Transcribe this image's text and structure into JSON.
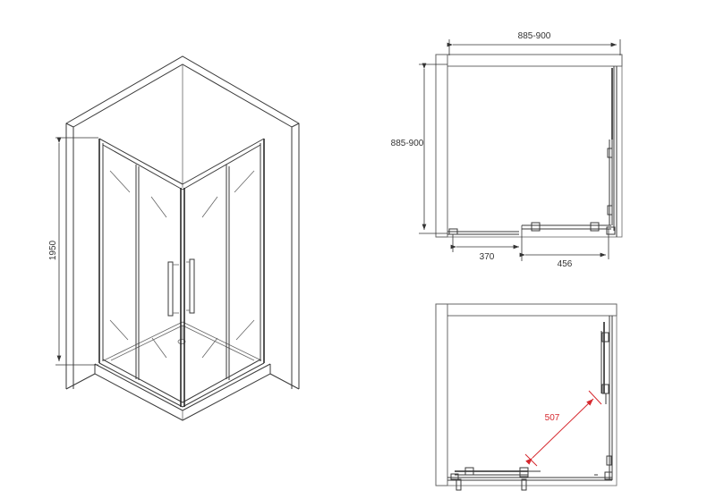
{
  "colors": {
    "line": "#3a3a3a",
    "dimension": "#333333",
    "highlight": "#d6282e",
    "background": "#ffffff"
  },
  "isometric_view": {
    "height_dimension": "1950"
  },
  "plan_view_top": {
    "width_dimension": "885-900",
    "depth_dimension": "885-900",
    "fixed_panel_dimension": "370",
    "door_opening_dimension": "456"
  },
  "plan_view_bottom": {
    "diagonal_entry_dimension": "507"
  }
}
